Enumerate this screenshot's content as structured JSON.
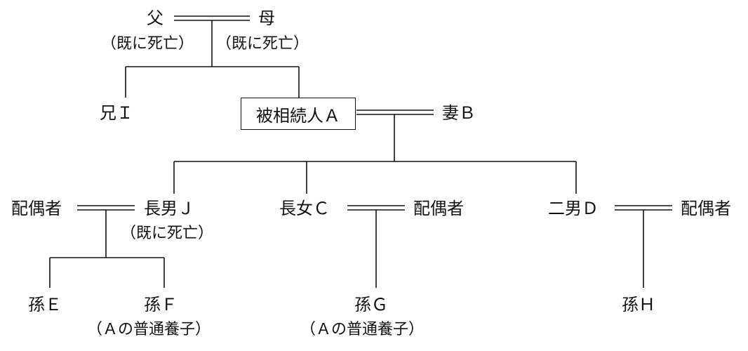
{
  "nodes": {
    "father": {
      "name": "父",
      "note": "（既に死亡）"
    },
    "mother": {
      "name": "母",
      "note": "（既に死亡）"
    },
    "brother_i": {
      "name": "兄Ｉ"
    },
    "decedent_a": {
      "name": "被相続人Ａ"
    },
    "wife_b": {
      "name": "妻Ｂ"
    },
    "spouse_j": {
      "name": "配偶者"
    },
    "son_j": {
      "name": "長男Ｊ",
      "note": "（既に死亡）"
    },
    "daughter_c": {
      "name": "長女Ｃ"
    },
    "spouse_c": {
      "name": "配偶者"
    },
    "son_d": {
      "name": "二男Ｄ"
    },
    "spouse_d": {
      "name": "配偶者"
    },
    "grandchild_e": {
      "name": "孫Ｅ"
    },
    "grandchild_f": {
      "name": "孫Ｆ",
      "note": "（Ａの普通養子）"
    },
    "grandchild_g": {
      "name": "孫Ｇ",
      "note": "（Ａの普通養子）"
    },
    "grandchild_h": {
      "name": "孫Ｈ"
    }
  },
  "colors": {
    "line": "#111111",
    "text": "#111111",
    "background": "#ffffff"
  }
}
